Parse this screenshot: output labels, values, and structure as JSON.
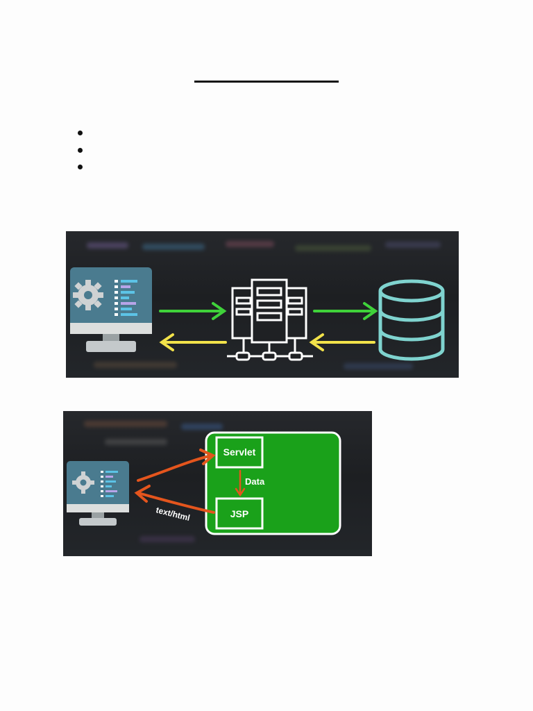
{
  "document": {
    "bullets": [
      "",
      "",
      ""
    ]
  },
  "diagram_top": {
    "icons": [
      "monitor-gear-icon",
      "server-rack-icon",
      "database-icon"
    ],
    "colors": {
      "request_arrow": "#3fd23a",
      "response_arrow": "#f2e24a",
      "database": "#7fd3cf"
    }
  },
  "diagram_bottom": {
    "servlet_label": "Servlet",
    "jsp_label": "JSP",
    "data_label": "Data",
    "response_label": "text/html",
    "colors": {
      "container": "#1aa11a",
      "arrow": "#e4551d"
    }
  }
}
